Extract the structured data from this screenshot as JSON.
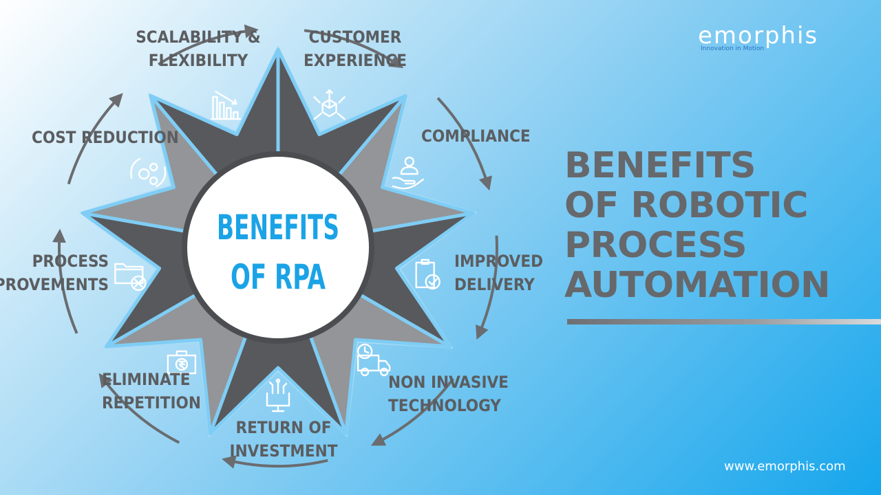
{
  "brand": {
    "logo_word": "emorphis",
    "tagline": "Innovation in Motion",
    "website": "www.emorphis.com"
  },
  "hub": {
    "line1": "BENEFITS",
    "line2": "OF RPA",
    "color": "#1aa3e6"
  },
  "title_lines": [
    "BENEFITS",
    "OF ROBOTIC",
    "PROCESS",
    "AUTOMATION"
  ],
  "segments": [
    {
      "label_lines": [
        "SCALABILITY &",
        "FLEXIBILITY"
      ],
      "icon": "cube-expand-icon"
    },
    {
      "label_lines": [
        "CUSTOMER",
        "EXPERIENCE"
      ],
      "icon": "customer-hand-icon"
    },
    {
      "label_lines": [
        "COMPLIANCE"
      ],
      "icon": "clipboard-check-icon"
    },
    {
      "label_lines": [
        "IMPROVED",
        "DELIVERY"
      ],
      "icon": "delivery-truck-icon"
    },
    {
      "label_lines": [
        "NON INVASIVE",
        "TECHNOLOGY"
      ],
      "icon": "circuit-monitor-icon"
    },
    {
      "label_lines": [
        "RETURN OF",
        "INVESTMENT"
      ],
      "icon": "rupee-briefcase-icon"
    },
    {
      "label_lines": [
        "ELIMINATE",
        "REPETITION"
      ],
      "icon": "folder-remove-icon"
    },
    {
      "label_lines": [
        "PROCESS",
        "IMPROVEMENTS"
      ],
      "icon": "gears-cycle-icon"
    },
    {
      "label_lines": [
        "COST REDUCTION"
      ],
      "icon": "declining-bars-icon"
    }
  ],
  "colors": {
    "segment_dark": "#58595c",
    "segment_light": "#939598",
    "accent_blue": "#1aa3e6",
    "title_gray": "#66686b",
    "arrow_gray": "#6a6c6f"
  }
}
